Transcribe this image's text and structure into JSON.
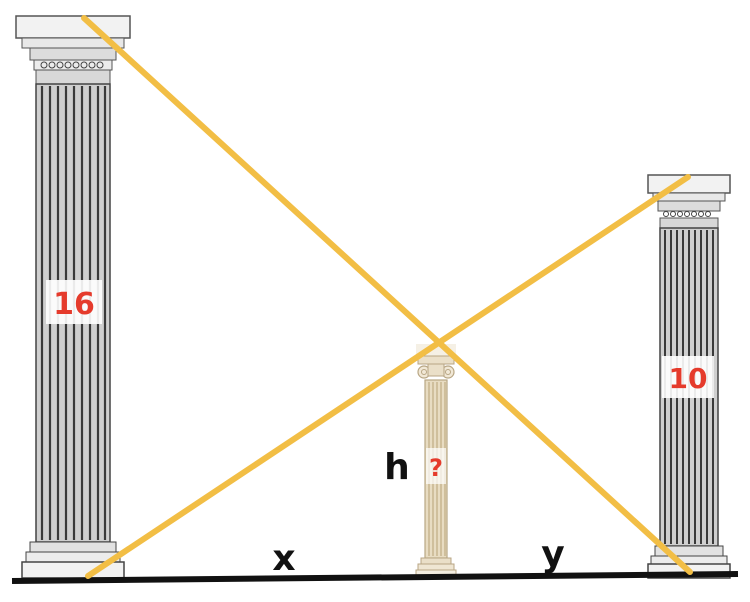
{
  "labels": {
    "left_height": "16",
    "right_height": "10",
    "middle_height": "?",
    "middle_var": "h",
    "left_distance": "x",
    "right_distance": "y"
  },
  "colors": {
    "cross_lines": "#F2BE45",
    "value_text": "#E53B2C",
    "var_text": "#111111",
    "ground": "#111111",
    "column_stone": "#8a8a8a",
    "middle_column": "#D8CBB0"
  }
}
